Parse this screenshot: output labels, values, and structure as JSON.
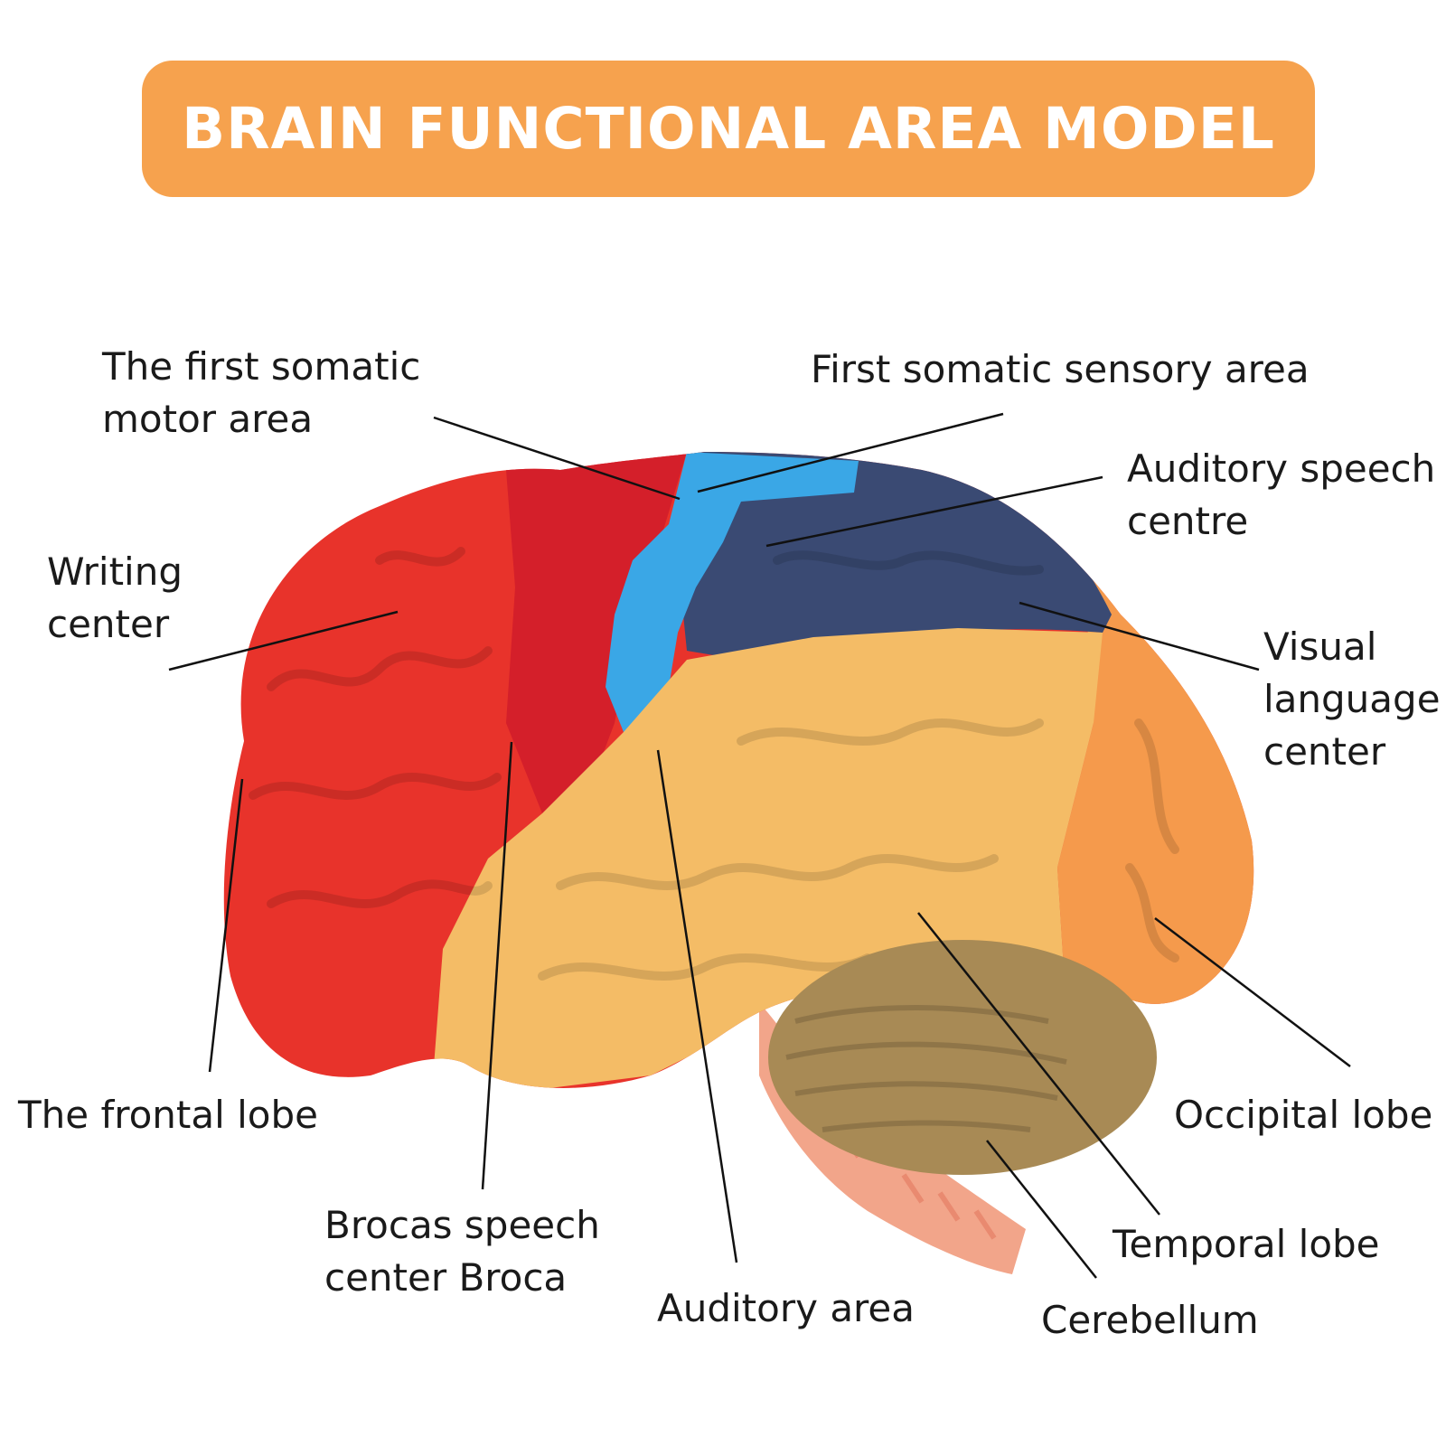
{
  "title": "BRAIN FUNCTIONAL AREA MODEL",
  "colors": {
    "banner": "#F6A24E",
    "frontal_lobe": "#E8332B",
    "motor_area": "#D41F2A",
    "sensory_area": "#3AA7E6",
    "parietal": "#3A4A73",
    "temporal_lobe": "#F4BC66",
    "occipital_lobe": "#F59A4C",
    "cerebellum": "#A88A55",
    "brainstem": "#F2A58A"
  },
  "labels": {
    "motor_area": [
      "The first somatic",
      "motor area"
    ],
    "sensory_area": [
      "First somatic sensory area"
    ],
    "auditory_speech": [
      "Auditory speech",
      "centre"
    ],
    "writing": [
      "Writing",
      "center"
    ],
    "visual_language": [
      "Visual",
      "language",
      "center"
    ],
    "frontal_lobe": [
      "The frontal lobe"
    ],
    "occipital_lobe": [
      "Occipital lobe"
    ],
    "brocas": [
      "Brocas speech",
      "center Broca"
    ],
    "temporal_lobe": [
      "Temporal lobe"
    ],
    "auditory_area": [
      "Auditory area"
    ],
    "cerebellum": [
      "Cerebellum"
    ]
  }
}
